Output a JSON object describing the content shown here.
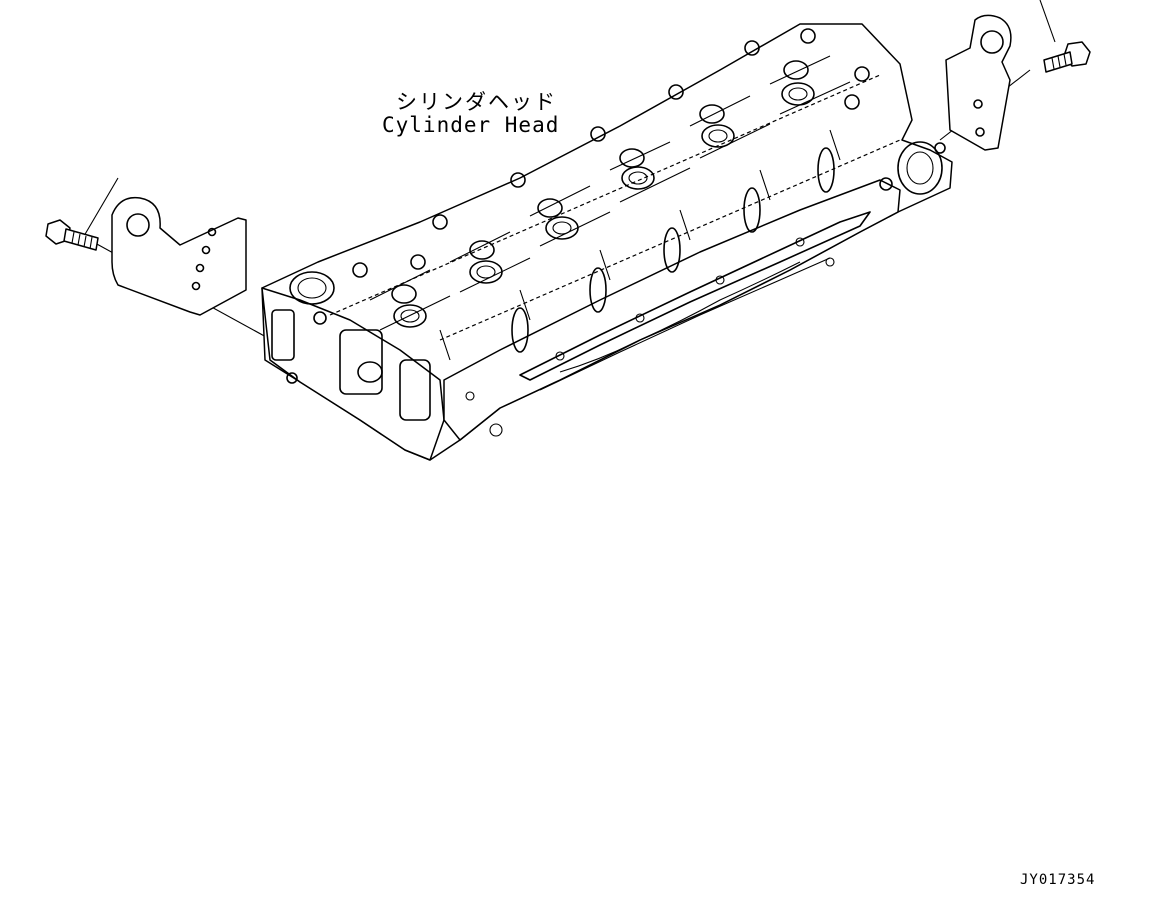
{
  "labels": {
    "part_name_jp": "シリンダヘッド",
    "part_name_en": "Cylinder Head"
  },
  "drawing_number": "JY017354"
}
